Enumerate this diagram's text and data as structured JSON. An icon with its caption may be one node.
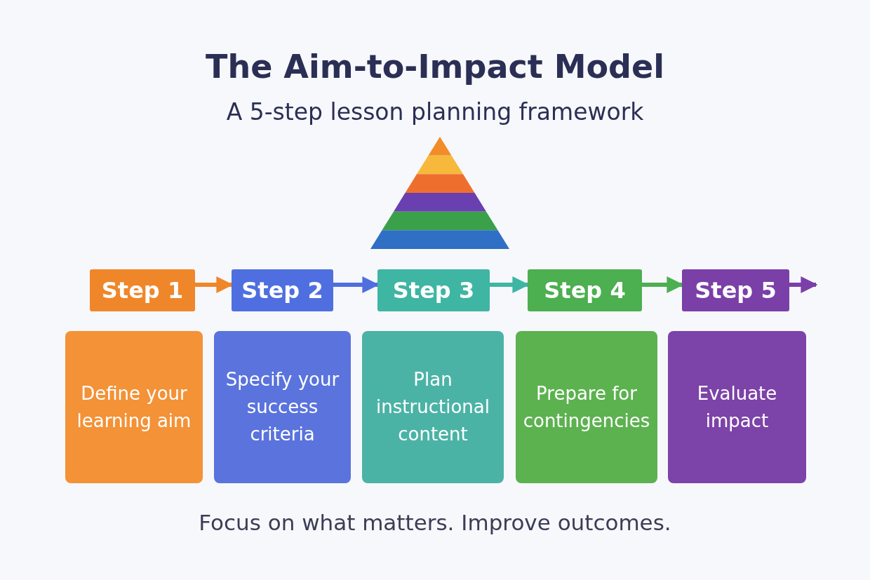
{
  "diagram": {
    "title": "The Aim-to-Impact Model",
    "caption": "Focus on what matters. Improve outcomes.",
    "nodes": [
      {
        "text": [
          "Step 1"
        ]
      },
      {
        "text": [
          "Step 2"
        ]
      },
      {
        "text": [
          "Step 3"
        ]
      },
      {
        "text": [
          "Step 4"
        ]
      },
      {
        "text": [
          "Step 5"
        ]
      },
      {
        "text": [
          "Define your learning aim"
        ]
      },
      {
        "text": [
          "Specify your success criteria"
        ]
      },
      {
        "text": [
          "Plan instructional content"
        ]
      },
      {
        "text": [
          "Prepare for contingencies"
        ]
      },
      {
        "text": [
          "Evaluate impact"
        ]
      }
    ],
    "edges": [
      {
        "from": 0,
        "to": 1,
        "arrow": "to",
        "color": "#f0862a"
      },
      {
        "from": 1,
        "to": 2,
        "arrow": "to",
        "color": "#4f6fe0"
      },
      {
        "from": 2,
        "to": 3,
        "arrow": "to",
        "color": "#3fb5a3"
      },
      {
        "from": 3,
        "to": 4,
        "arrow": "to",
        "color": "#4caf50"
      },
      {
        "from": 4,
        "to": null,
        "arrow": "to",
        "color": "#7b3fa8"
      }
    ],
    "labels": [
      "A 5-step lesson planning framework"
    ]
  }
}
